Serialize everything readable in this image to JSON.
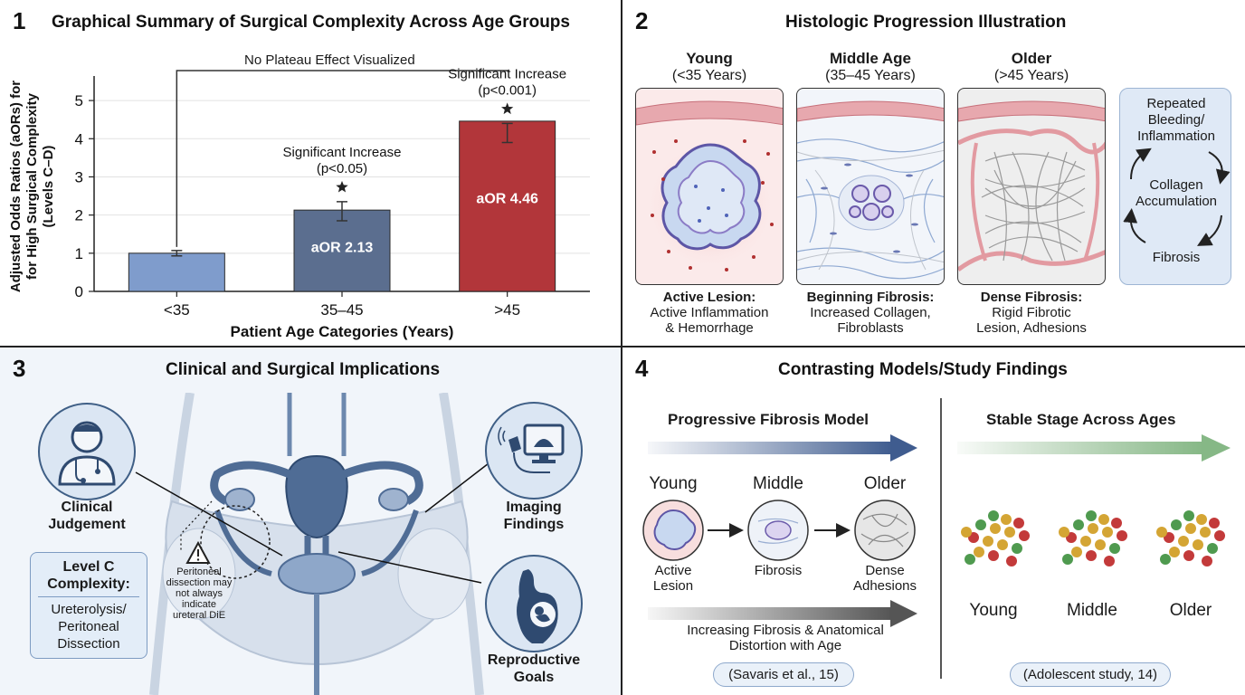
{
  "panel1": {
    "number": "1",
    "title": "Graphical Summary of Surgical Complexity Across Age Groups",
    "plateau_label": "No Plateau Effect Visualized"
  },
  "chart_data": {
    "type": "bar",
    "categories": [
      "<35",
      "35–45",
      ">45"
    ],
    "values": [
      1.0,
      2.13,
      4.46
    ],
    "error_high": [
      1.07,
      2.35,
      4.4
    ],
    "error_low": [
      0.93,
      1.85,
      3.9
    ],
    "bar_colors": [
      "#7f9ccc",
      "#5b6e8f",
      "#b2363a"
    ],
    "bar_labels": [
      "",
      "aOR 2.13",
      "aOR 4.46"
    ],
    "annotations": [
      {
        "category": "35–45",
        "line1": "Significant Increase",
        "line2": "(p<0.05)"
      },
      {
        "category": ">45",
        "line1": "Significant Increase",
        "line2": "(p<0.001)"
      }
    ],
    "xlabel": "Patient Age Categories (Years)",
    "ylabel_lines": [
      "Adjusted Odds Ratios (aORs) for",
      "for High Surgical Complexity",
      "(Levels C–D)"
    ],
    "yticks": [
      0,
      1,
      2,
      3,
      4,
      5
    ],
    "ylim": [
      0,
      5.5
    ],
    "grid": true
  },
  "panel2": {
    "number": "2",
    "title": "Histologic Progression Illustration",
    "stages": [
      {
        "title": "Young",
        "range": "(<35 Years)",
        "cap_title": "Active Lesion:",
        "cap_line1": "Active Inflammation",
        "cap_line2": "& Hemorrhage"
      },
      {
        "title": "Middle Age",
        "range": "(35–45 Years)",
        "cap_title": "Beginning Fibrosis:",
        "cap_line1": "Increased Collagen,",
        "cap_line2": "Fibroblasts"
      },
      {
        "title": "Older",
        "range": "(>45 Years)",
        "cap_title": "Dense Fibrosis:",
        "cap_line1": "Rigid Fibrotic",
        "cap_line2": "Lesion, Adhesions"
      }
    ],
    "cycle": {
      "line1": "Repeated",
      "line2": "Bleeding/",
      "line3": "Inflammation",
      "mid1": "Collagen",
      "mid2": "Accumulation",
      "bottom": "Fibrosis"
    }
  },
  "panel3": {
    "number": "3",
    "title": "Clinical and Surgical Implications",
    "clinical_1": "Clinical",
    "clinical_2": "Judgement",
    "imaging_1": "Imaging",
    "imaging_2": "Findings",
    "repro_1": "Reproductive",
    "repro_2": "Goals",
    "levelc_1": "Level C",
    "levelc_2": "Complexity:",
    "levelc_3": "Ureterolysis/",
    "levelc_4": "Peritoneal",
    "levelc_5": "Dissection",
    "warn_1": "Peritoneal",
    "warn_2": "dissection may",
    "warn_3": "not always",
    "warn_4": "indicate",
    "warn_5": "ureteral DiE"
  },
  "panel4": {
    "number": "4",
    "title": "Contrasting Models/Study Findings",
    "left_title": "Progressive Fibrosis Model",
    "right_title": "Stable Stage Across Ages",
    "stage_young": "Young",
    "stage_middle": "Middle",
    "stage_older": "Older",
    "cap_young_1": "Active",
    "cap_young_2": "Lesion",
    "cap_middle": "Fibrosis",
    "cap_older_1": "Dense",
    "cap_older_2": "Adhesions",
    "trend_1": "Increasing Fibrosis & Anatomical",
    "trend_2": "Distortion with Age",
    "left_ref": "(Savaris et al., 15)",
    "right_ref": "(Adolescent study, 14)",
    "right_young": "Young",
    "right_middle": "Middle",
    "right_older": "Older"
  }
}
